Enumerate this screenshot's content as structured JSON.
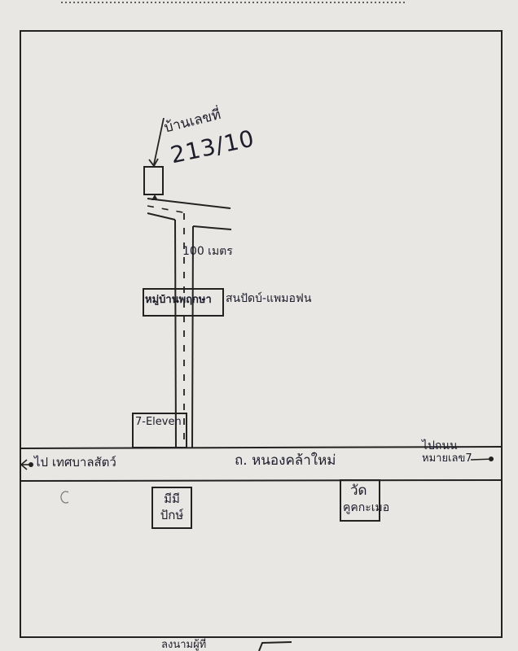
{
  "map": {
    "house": {
      "label": "บ้านเลขที่",
      "number": "213/10"
    },
    "lane_distance": "100 เมตร",
    "village_sign": "หมู่บ้านพฤกษา",
    "village_sign_suffix": "สนปัดบ์-แพมอฟน",
    "shop": "7-Eleven",
    "main_road": "ถ. หนองคล้าใหม่",
    "to_left": "ไป เทศบาลสัตว์",
    "to_right_line1": "ไปถนน",
    "to_right_line2": "หมายเลข7",
    "school": "มีมี ปักษ์",
    "temple_line1": "วัด",
    "temple_line2": "คูคกะเมอ",
    "footer_text": "ลงนามผู้ที่"
  },
  "colors": {
    "paper": "#e9e7e3",
    "ink": "#1c1c2a"
  }
}
